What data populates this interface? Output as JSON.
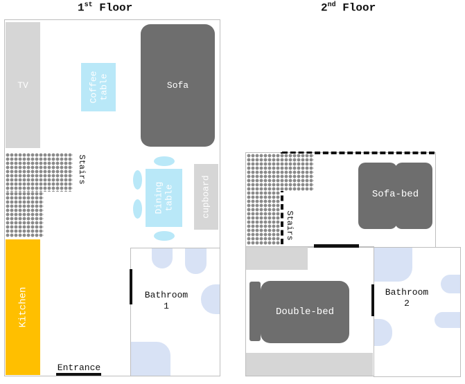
{
  "floor1": {
    "title_main": "1",
    "title_sup": "st",
    "title_rest": " Floor",
    "tv": "TV",
    "coffee_table_line1": "Coffee",
    "coffee_table_line2": "table",
    "sofa": "Sofa",
    "stairs": "Stairs",
    "dining_table_line1": "Dining",
    "dining_table_line2": "table",
    "cupboard": "cupboard",
    "kitchen": "Kitchen",
    "bathroom_line1": "Bathroom",
    "bathroom_line2": "1",
    "entrance": "Entrance"
  },
  "floor2": {
    "title_main": "2",
    "title_sup": "nd",
    "title_rest": " Floor",
    "stairs": "Stairs",
    "sofa_bed": "Sofa-bed",
    "double_bed": "Double-bed",
    "bathroom_line1": "Bathroom",
    "bathroom_line2": "2"
  },
  "colors": {
    "kitchen": "#ffbf00",
    "furniture_dark": "#6e6e6e",
    "furniture_light": "#d6d6d6",
    "table_blue": "#b9e8f8",
    "bathroom_fixture": "#d8e2f5"
  }
}
